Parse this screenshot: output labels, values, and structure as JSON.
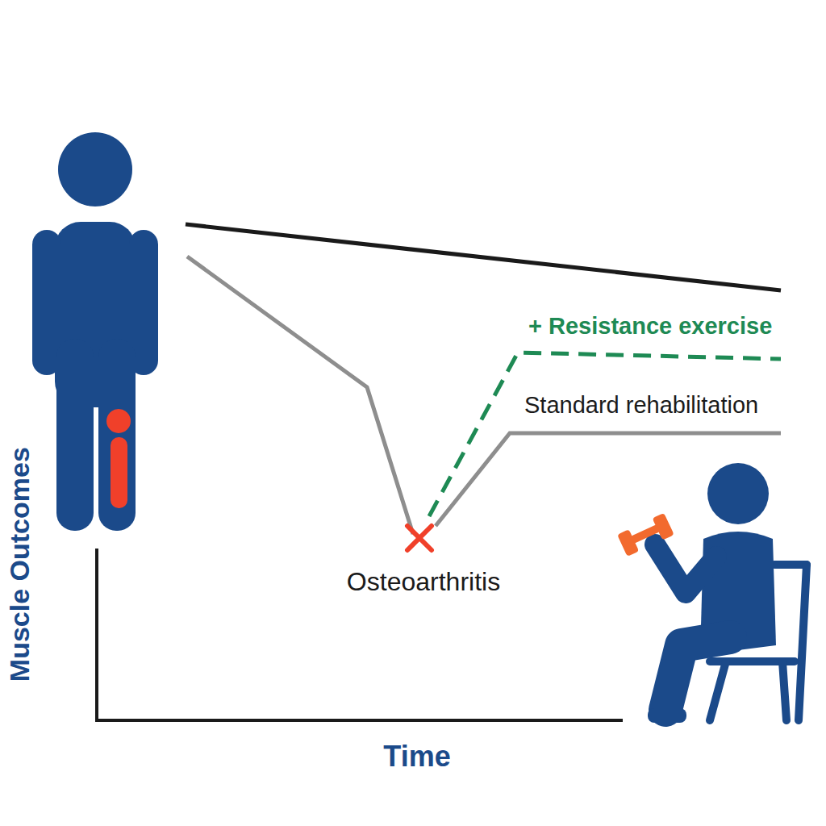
{
  "diagram": {
    "labels": [
      "+ Resistance exercise",
      "Standard rehabilitation",
      "Osteoarthritis",
      "Muscle Outcomes",
      "Time"
    ]
  }
}
